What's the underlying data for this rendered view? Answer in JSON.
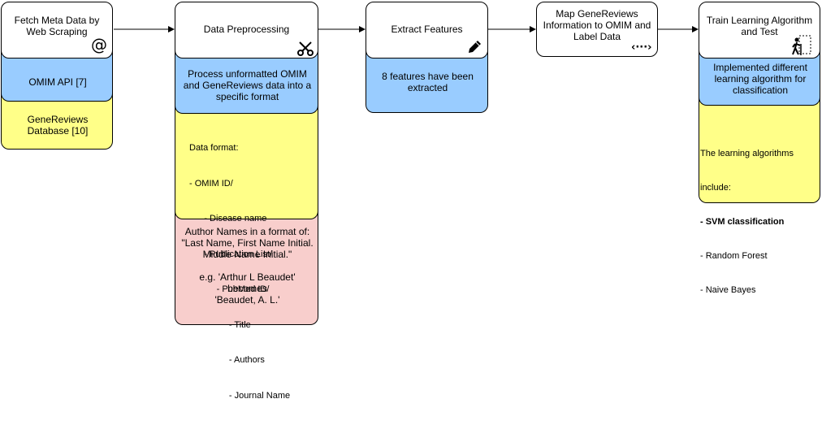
{
  "steps": [
    {
      "title": "Fetch Meta Data by Web Scraping",
      "icon": "at-sign-icon",
      "tabs": [
        {
          "color": "#99ccff",
          "text": "OMIM API [7]"
        },
        {
          "color": "#ffff88",
          "text": "GeneReviews Database [10]"
        }
      ]
    },
    {
      "title": "Data Preprocessing",
      "icon": "scissors-icon",
      "tabs": [
        {
          "color": "#99ccff",
          "text": "Process unformatted OMIM and GeneReviews data into a specific format"
        },
        {
          "color": "#ffff88",
          "lines": [
            "Data format:",
            "- OMIM ID/",
            "      - Disease name",
            "      - Publication List/",
            "           - PubMed ID/",
            "                - Title",
            "                - Authors",
            "                - Journal Name"
          ]
        },
        {
          "color": "#f8cecc",
          "lines": [
            "Author Names in a format of:",
            "\"Last Name, First Name Initial.",
            "Middle Name Initial.\"",
            "",
            "e.g. 'Arthur L Beaudet'",
            "becomes",
            "'Beaudet, A. L.'"
          ]
        }
      ]
    },
    {
      "title": "Extract Features",
      "icon": "pencil-icon",
      "tabs": [
        {
          "color": "#99ccff",
          "text": "8 features have been extracted"
        }
      ]
    },
    {
      "title": "Map GeneReviews Information to OMIM and Label Data",
      "icon": "code-arrows-icon",
      "tabs": []
    },
    {
      "title": "Train Learning Algorithm and Test",
      "icon": "hiker-icon",
      "tabs": [
        {
          "color": "#99ccff",
          "text": "Implemented different learning algorithm for classification"
        },
        {
          "color": "#ffff88",
          "lines": [
            "The learning algorithms",
            "include:",
            "- SVM classification",
            "- Random Forest",
            "- Naive Bayes"
          ]
        }
      ]
    }
  ],
  "icons": {
    "at_symbol": "@",
    "code_arrows": "‹···›"
  }
}
